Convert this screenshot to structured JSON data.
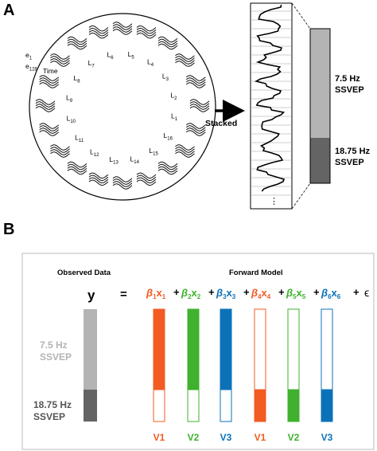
{
  "panel_a": {
    "letter": "A",
    "electrode_first": "e",
    "electrode_first_sub": "1",
    "electrode_last": "e",
    "electrode_last_sub": "128",
    "time_label": "Time",
    "regions": [
      {
        "base": "L",
        "sub": "1"
      },
      {
        "base": "L",
        "sub": "2"
      },
      {
        "base": "L",
        "sub": "3"
      },
      {
        "base": "L",
        "sub": "4"
      },
      {
        "base": "L",
        "sub": "5"
      },
      {
        "base": "L",
        "sub": "6"
      },
      {
        "base": "L",
        "sub": "7"
      },
      {
        "base": "L",
        "sub": "8"
      },
      {
        "base": "L",
        "sub": "9"
      },
      {
        "base": "L",
        "sub": "10"
      },
      {
        "base": "L",
        "sub": "11"
      },
      {
        "base": "L",
        "sub": "12"
      },
      {
        "base": "L",
        "sub": "13"
      },
      {
        "base": "L",
        "sub": "14"
      },
      {
        "base": "L",
        "sub": "15"
      },
      {
        "base": "L",
        "sub": "16"
      }
    ],
    "stacked_label": "Stacked",
    "ellipsis": "⋮",
    "bar_top_label": [
      "7.5 Hz",
      "SSVEP"
    ],
    "bar_bottom_label": [
      "18.75 Hz",
      "SSVEP"
    ]
  },
  "panel_b": {
    "letter": "B",
    "observed_header": "Observed Data",
    "model_header": "Forward Model",
    "y_symbol": "y",
    "equals": "=",
    "plus": "+",
    "epsilon": "ϵ",
    "observed_top_label": [
      "7.5 Hz",
      "SSVEP"
    ],
    "observed_bottom_label": [
      "18.75 Hz",
      "SSVEP"
    ],
    "terms": [
      {
        "beta": "β",
        "beta_sub": "1",
        "x": "x",
        "x_sub": "1",
        "color": "#f25b22",
        "top_filled": true,
        "bottom_filled": false,
        "label": "V1"
      },
      {
        "beta": "β",
        "beta_sub": "2",
        "x": "x",
        "x_sub": "2",
        "color": "#3fb12e",
        "top_filled": true,
        "bottom_filled": false,
        "label": "V2"
      },
      {
        "beta": "β",
        "beta_sub": "3",
        "x": "x",
        "x_sub": "3",
        "color": "#0c72b8",
        "top_filled": true,
        "bottom_filled": false,
        "label": "V3"
      },
      {
        "beta": "β",
        "beta_sub": "4",
        "x": "x",
        "x_sub": "4",
        "color": "#f25b22",
        "top_filled": false,
        "bottom_filled": true,
        "label": "V1"
      },
      {
        "beta": "β",
        "beta_sub": "5",
        "x": "x",
        "x_sub": "5",
        "color": "#3fb12e",
        "top_filled": false,
        "bottom_filled": true,
        "label": "V2"
      },
      {
        "beta": "β",
        "beta_sub": "6",
        "x": "x",
        "x_sub": "6",
        "color": "#0c72b8",
        "top_filled": false,
        "bottom_filled": true,
        "label": "V3"
      }
    ],
    "colors": {
      "observed_top": "#b4b4b4",
      "observed_bottom": "#646464"
    }
  }
}
